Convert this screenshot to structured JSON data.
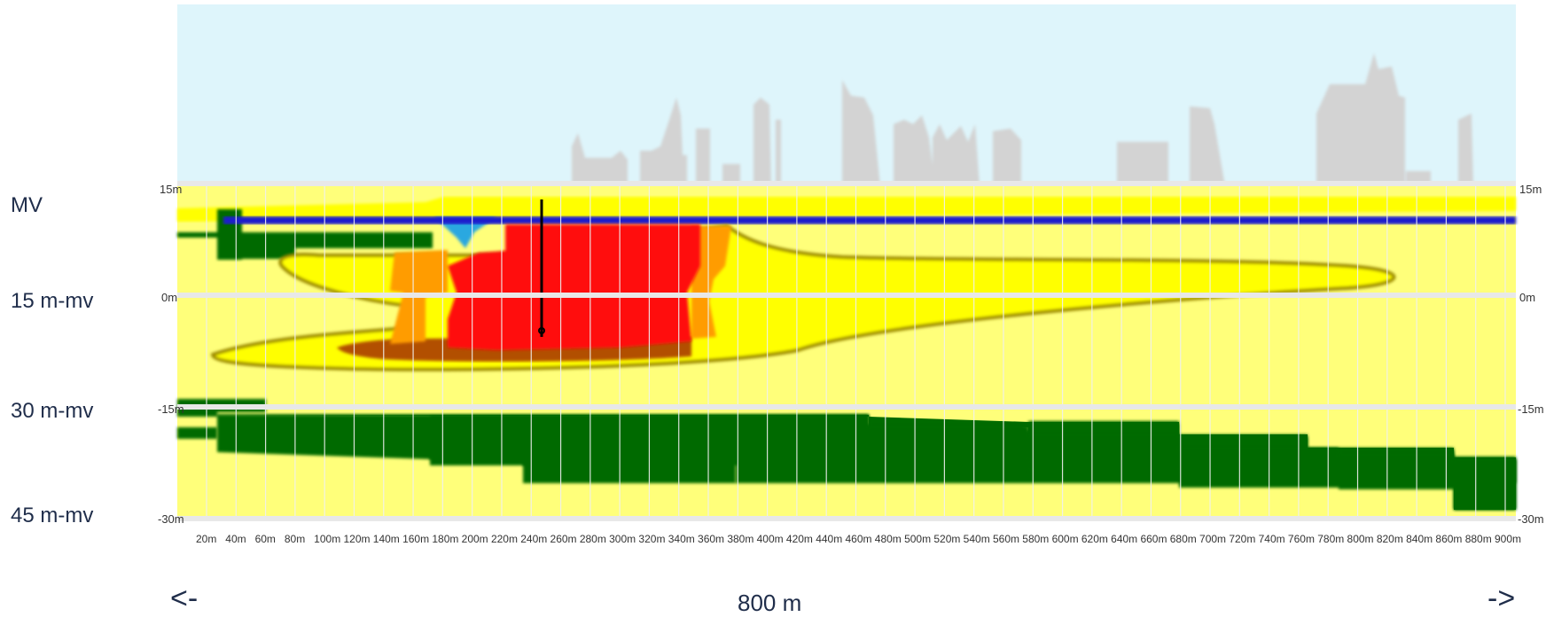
{
  "depth_labels": [
    "MV",
    "15 m-mv",
    "30 m-mv",
    "45 m-mv"
  ],
  "elevation_labels": [
    "15m",
    "0m",
    "-15m",
    "-30m"
  ],
  "distance_ticks": [
    "20m",
    "40m",
    "60m",
    "80m",
    "100m",
    "120m",
    "140m",
    "160m",
    "180m",
    "200m",
    "220m",
    "240m",
    "260m",
    "280m",
    "300m",
    "320m",
    "340m",
    "360m",
    "380m",
    "400m",
    "420m",
    "440m",
    "460m",
    "480m",
    "500m",
    "520m",
    "540m",
    "560m",
    "580m",
    "600m",
    "620m",
    "640m",
    "660m",
    "680m",
    "700m",
    "720m",
    "740m",
    "760m",
    "780m",
    "800m",
    "820m",
    "840m",
    "860m",
    "880m",
    "900m"
  ],
  "nav": {
    "left_arrow": "<-",
    "right_arrow": "->",
    "distance": "800  m"
  },
  "colors": {
    "sky": "#def5fb",
    "buildings": "#d3d3d3",
    "soil": "#ffff7a",
    "plume_yellow": "#ffff00",
    "plume_orange": "#ff9c00",
    "plume_red": "#ff1111",
    "plume_brown": "#b25000",
    "clay": "#006b00",
    "groundwater": "#1a1acc",
    "ditch": "#2aa8e0",
    "grid": "#f0f0f0"
  }
}
